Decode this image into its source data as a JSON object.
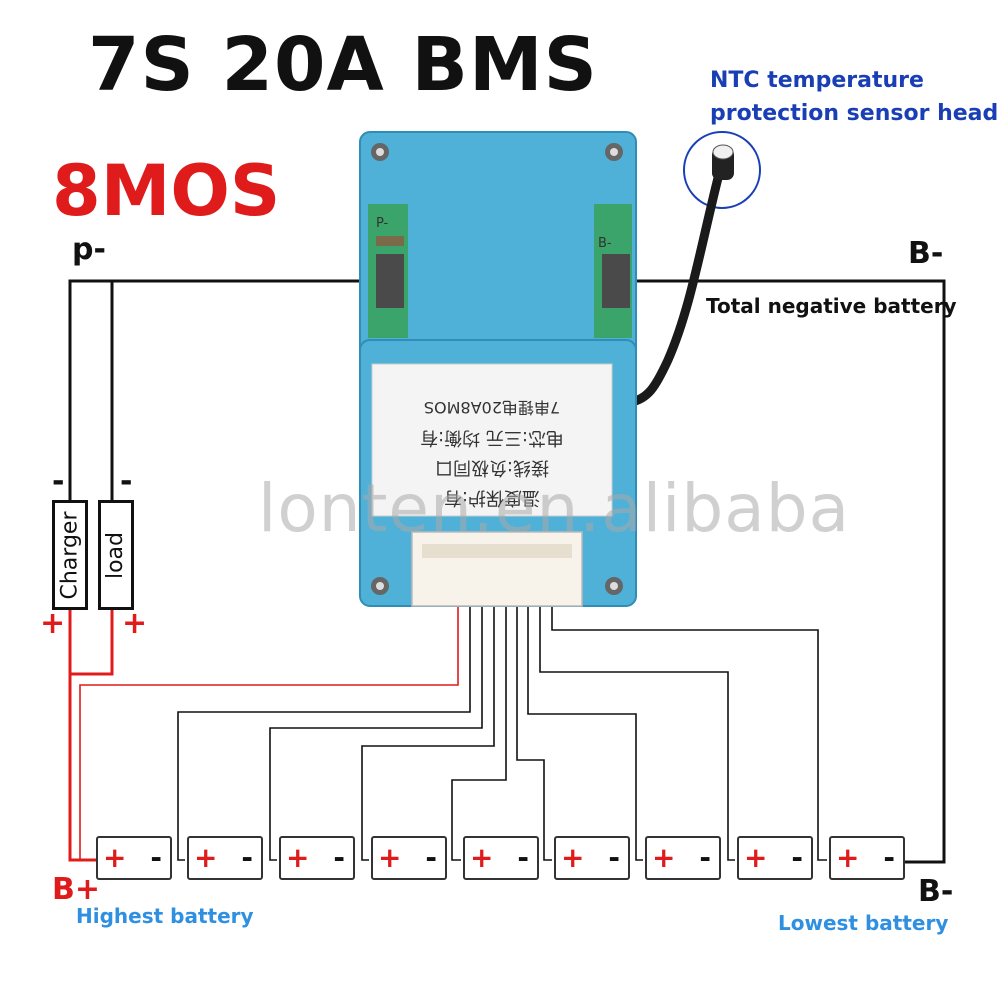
{
  "title": "7S 20A BMS",
  "subtitle": "8MOS",
  "ntc_label": [
    "NTC temperature",
    "protection sensor head"
  ],
  "labels": {
    "p_minus": "p-",
    "b_minus_top": "B-",
    "b_minus_bottom": "B-",
    "b_plus": "B+",
    "total_negative": "Total negative battery",
    "highest_battery": "Highest battery",
    "lowest_battery": "Lowest battery"
  },
  "watermark": "lonten.en.alibaba",
  "devices": [
    {
      "name": "Charger",
      "neg": "-",
      "pos": "+"
    },
    {
      "name": "load",
      "neg": "-",
      "pos": "+"
    }
  ],
  "board": {
    "pad_p_label": "P-",
    "pad_b_label": "B-",
    "sticker_lines": [
      "温度保护:有",
      "接线:负极同口",
      "电芯:三元 均衡:有",
      "7串锂电20A8MOS"
    ]
  },
  "cells": [
    {
      "pos": "+",
      "neg": "-"
    },
    {
      "pos": "+",
      "neg": "-"
    },
    {
      "pos": "+",
      "neg": "-"
    },
    {
      "pos": "+",
      "neg": "-"
    },
    {
      "pos": "+",
      "neg": "-"
    },
    {
      "pos": "+",
      "neg": "-"
    },
    {
      "pos": "+",
      "neg": "-"
    },
    {
      "pos": "+",
      "neg": "-"
    },
    {
      "pos": "+",
      "neg": "-"
    }
  ],
  "colors": {
    "title": "#111111",
    "subtitle": "#e01b1b",
    "ntc": "#1a3fb5",
    "positive_wire": "#e01b1b",
    "balance_wire": "#111111",
    "board": "#4fb0d8",
    "battery_labels": "#2f8fe0"
  }
}
